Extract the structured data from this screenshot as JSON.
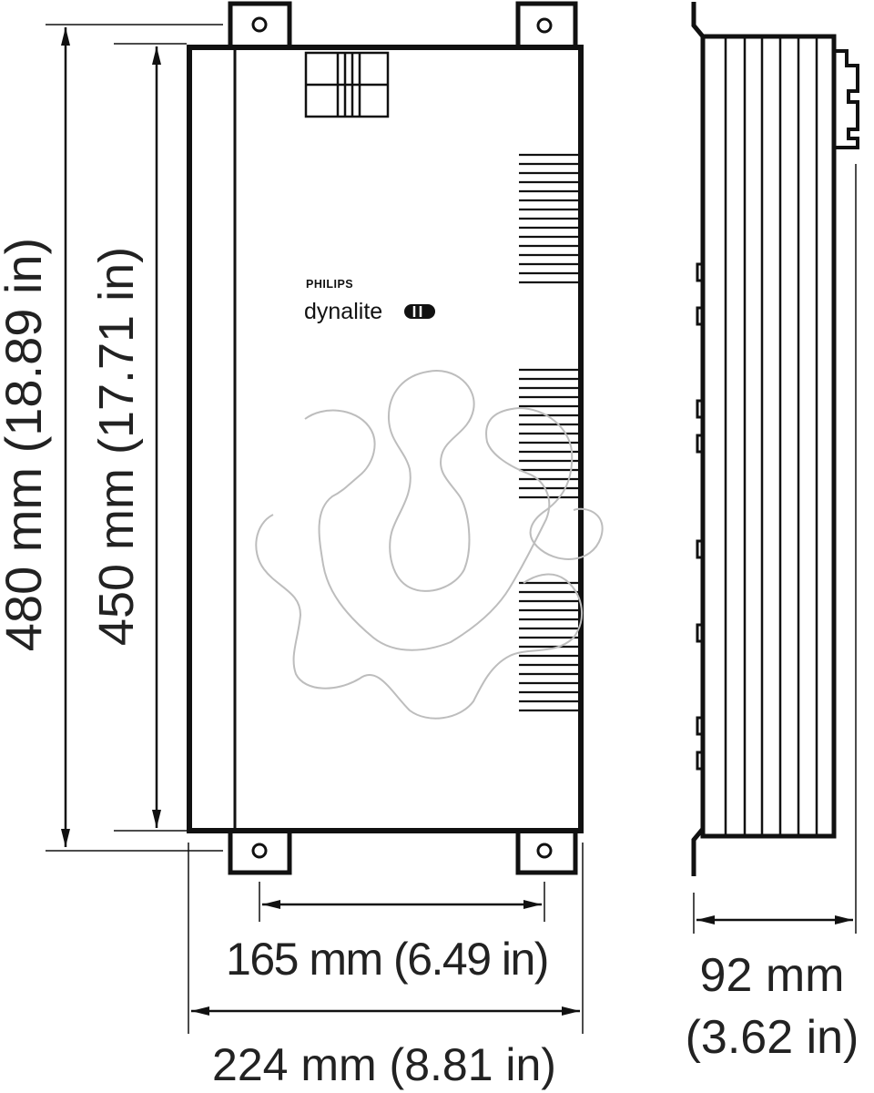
{
  "brand": {
    "maker": "PHILIPS",
    "product_line": "dynalite"
  },
  "dimensions": {
    "overall_height": "480 mm (18.89 in)",
    "mounting_height": "450 mm (17.71 in)",
    "mounting_width": "165 mm (6.49 in)",
    "overall_width": "224 mm (8.81 in)",
    "depth_line1": "92 mm",
    "depth_line2": "(3.62 in)"
  },
  "colors": {
    "outline": "#111111",
    "text": "#222222",
    "watermark": "#bdbdbd"
  }
}
